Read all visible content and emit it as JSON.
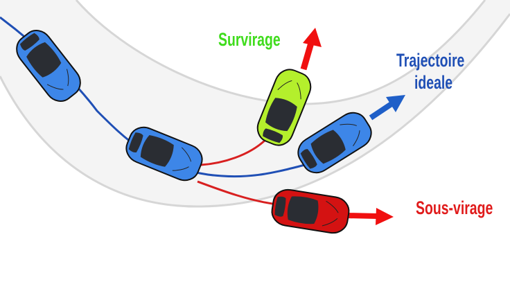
{
  "labels": {
    "oversteer": "Survirage",
    "ideal_line_1": "Trajectoire",
    "ideal_line_2": "ideale",
    "understeer": "Sous-virage"
  },
  "colors": {
    "oversteer_text": "#3fdc1c",
    "ideal_text": "#1f4fb5",
    "understeer_text": "#e01b1b",
    "blue_car": "#3d86e8",
    "green_car": "#b4ef2c",
    "red_car": "#d41212",
    "arrow_red": "#f01010",
    "arrow_blue": "#1f5fc8",
    "road": "#f4f4f4",
    "road_edge": "#d6d6d6"
  }
}
